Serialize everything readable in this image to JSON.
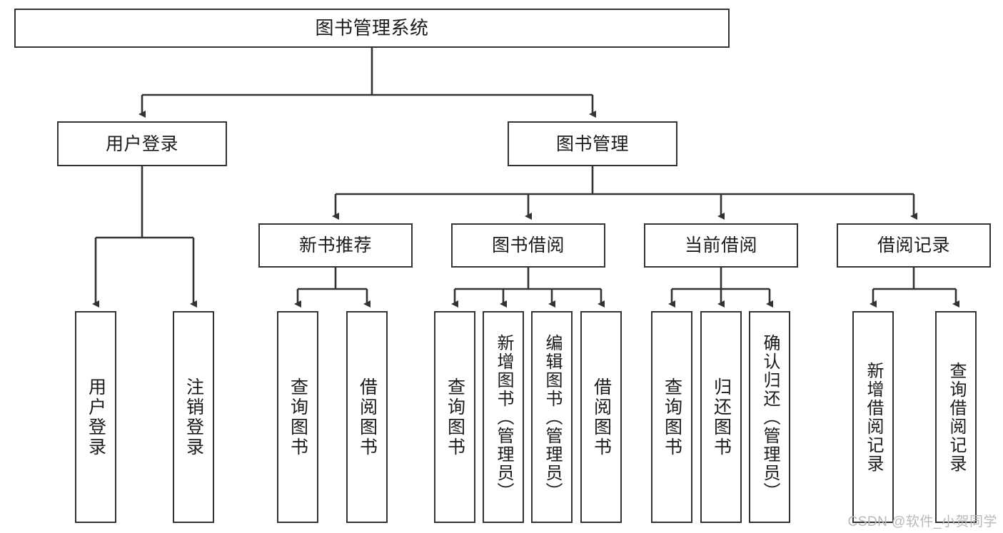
{
  "diagram": {
    "title": "图书管理系统",
    "type": "tree-hierarchy-chart",
    "stroke_color": "#333333",
    "fill_color": "#ffffff",
    "text_color": "#1b1b1b",
    "watermark": "CSDN @软件_小贺同学",
    "nodes": {
      "root": {
        "label": "图书管理系统"
      },
      "level1": [
        {
          "id": "user-login",
          "label": "用户登录"
        },
        {
          "id": "book-manage",
          "label": "图书管理"
        }
      ],
      "level2": [
        {
          "id": "new-book-recommend",
          "label": "新书推荐"
        },
        {
          "id": "book-borrow",
          "label": "图书借阅"
        },
        {
          "id": "current-borrow",
          "label": "当前借阅"
        },
        {
          "id": "borrow-record",
          "label": "借阅记录"
        }
      ],
      "leaves": {
        "user_login": [
          {
            "id": "leaf-user-login",
            "label": "用户登录"
          },
          {
            "id": "leaf-logout-login",
            "label": "注销登录"
          }
        ],
        "new_book_recommend": [
          {
            "id": "leaf-query-book-1",
            "label": "查询图书"
          },
          {
            "id": "leaf-borrow-book-1",
            "label": "借阅图书"
          }
        ],
        "book_borrow": [
          {
            "id": "leaf-query-book-2",
            "label": "查询图书"
          },
          {
            "id": "leaf-add-book",
            "label": "新增图书（管理员）"
          },
          {
            "id": "leaf-edit-book",
            "label": "编辑图书（管理员）"
          },
          {
            "id": "leaf-borrow-book-2",
            "label": "借阅图书"
          }
        ],
        "current_borrow": [
          {
            "id": "leaf-query-book-3",
            "label": "查询图书"
          },
          {
            "id": "leaf-return-book",
            "label": "归还图书"
          },
          {
            "id": "leaf-confirm-return",
            "label": "确认归还（管理员）"
          }
        ],
        "borrow_record": [
          {
            "id": "leaf-add-record",
            "label": "新增借阅记录"
          },
          {
            "id": "leaf-query-record",
            "label": "查询借阅记录"
          }
        ]
      }
    }
  }
}
